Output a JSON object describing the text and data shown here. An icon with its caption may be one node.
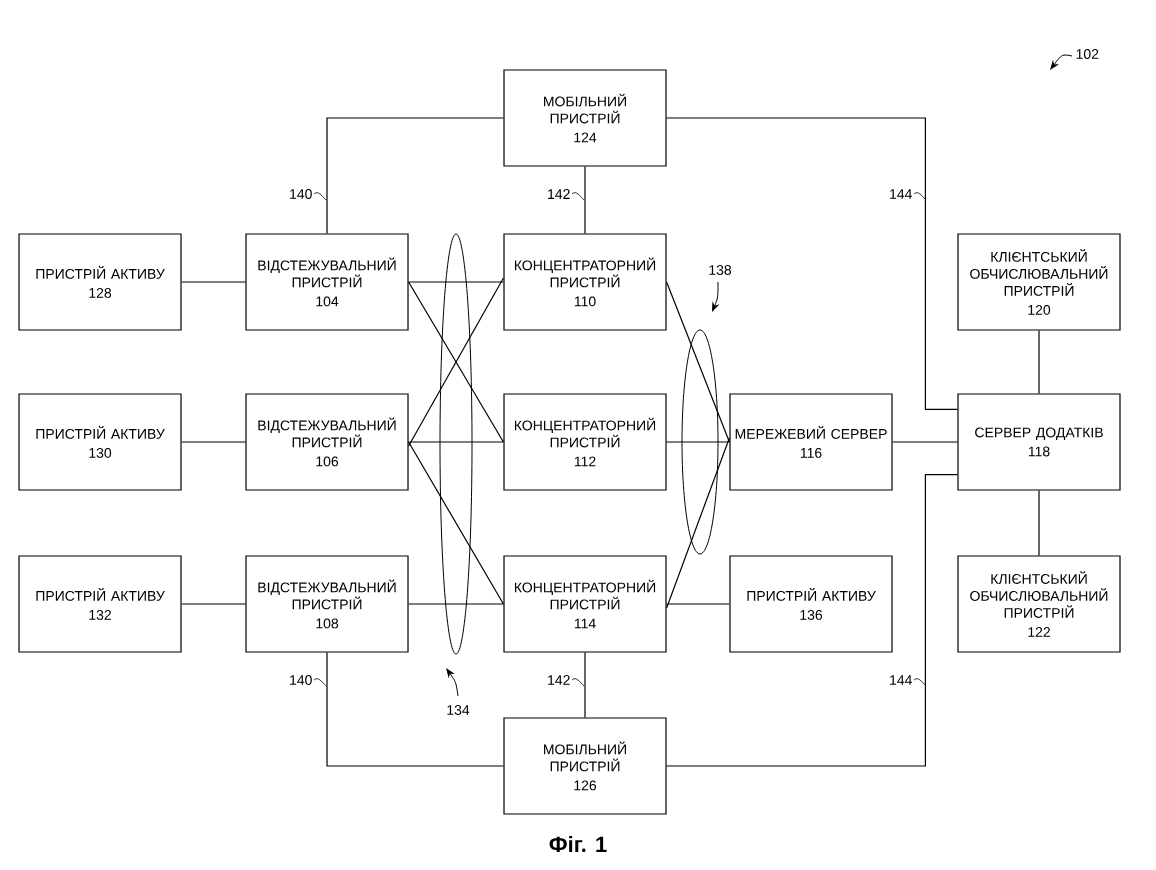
{
  "diagram": {
    "caption": "Фіг. 1",
    "nodes": [
      {
        "text": [
          "МОБІЛЬНИЙ ПРИСТРІЙ",
          "124"
        ]
      },
      {
        "text": [
          "ПРИСТРІЙ АКТИВУ",
          "128"
        ]
      },
      {
        "text": [
          "ВІДСТЕЖУВАЛЬНИЙ ПРИСТРІЙ",
          "104"
        ]
      },
      {
        "text": [
          "КОНЦЕНТРАТОРНИЙ ПРИСТРІЙ",
          "110"
        ]
      },
      {
        "text": [
          "КЛІЄНТСЬКИЙ ОБЧИСЛЮВАЛЬНИЙ ПРИСТРІЙ",
          "120"
        ]
      },
      {
        "text": [
          "ПРИСТРІЙ АКТИВУ",
          "130"
        ]
      },
      {
        "text": [
          "ВІДСТЕЖУВАЛЬНИЙ ПРИСТРІЙ",
          "106"
        ]
      },
      {
        "text": [
          "КОНЦЕНТРАТОРНИЙ ПРИСТРІЙ",
          "112"
        ]
      },
      {
        "text": [
          "МЕРЕЖЕВИЙ СЕРВЕР",
          "116"
        ]
      },
      {
        "text": [
          "СЕРВЕР ДОДАТКІВ",
          "118"
        ]
      },
      {
        "text": [
          "ПРИСТРІЙ АКТИВУ",
          "132"
        ]
      },
      {
        "text": [
          "ВІДСТЕЖУВАЛЬНИЙ ПРИСТРІЙ",
          "108"
        ]
      },
      {
        "text": [
          "КОНЦЕНТРАТОРНИЙ ПРИСТРІЙ",
          "114"
        ]
      },
      {
        "text": [
          "ПРИСТРІЙ АКТИВУ",
          "136"
        ]
      },
      {
        "text": [
          "КЛІЄНТСЬКИЙ ОБЧИСЛЮВАЛЬНИЙ ПРИСТРІЙ",
          "122"
        ]
      },
      {
        "text": [
          "МОБІЛЬНИЙ ПРИСТРІЙ",
          "126"
        ]
      }
    ],
    "edges": [
      {
        "from": 0,
        "to": 2,
        "arrow": "none"
      },
      {
        "from": 0,
        "to": 3,
        "arrow": "none"
      },
      {
        "from": 0,
        "to": 9,
        "arrow": "none"
      },
      {
        "from": 1,
        "to": 2,
        "arrow": "none"
      },
      {
        "from": 2,
        "to": 3,
        "arrow": "none"
      },
      {
        "from": 2,
        "to": 7,
        "arrow": "none"
      },
      {
        "from": 6,
        "to": 3,
        "arrow": "none"
      },
      {
        "from": 5,
        "to": 6,
        "arrow": "none"
      },
      {
        "from": 6,
        "to": 7,
        "arrow": "none"
      },
      {
        "from": 6,
        "to": 12,
        "arrow": "none"
      },
      {
        "from": 10,
        "to": 11,
        "arrow": "none"
      },
      {
        "from": 11,
        "to": 12,
        "arrow": "none"
      },
      {
        "from": 3,
        "to": 8,
        "arrow": "none"
      },
      {
        "from": 7,
        "to": 8,
        "arrow": "none"
      },
      {
        "from": 12,
        "to": 8,
        "arrow": "none"
      },
      {
        "from": 8,
        "to": 9,
        "arrow": "none"
      },
      {
        "from": 9,
        "to": 4,
        "arrow": "none"
      },
      {
        "from": 9,
        "to": 14,
        "arrow": "none"
      },
      {
        "from": 12,
        "to": 13,
        "arrow": "none"
      },
      {
        "from": 12,
        "to": 15,
        "arrow": "none"
      },
      {
        "from": 11,
        "to": 15,
        "arrow": "none"
      },
      {
        "from": 15,
        "to": 9,
        "arrow": "none"
      }
    ],
    "labels": [
      "102",
      "140",
      "142",
      "144",
      "138",
      "140",
      "142",
      "144",
      "134"
    ]
  }
}
